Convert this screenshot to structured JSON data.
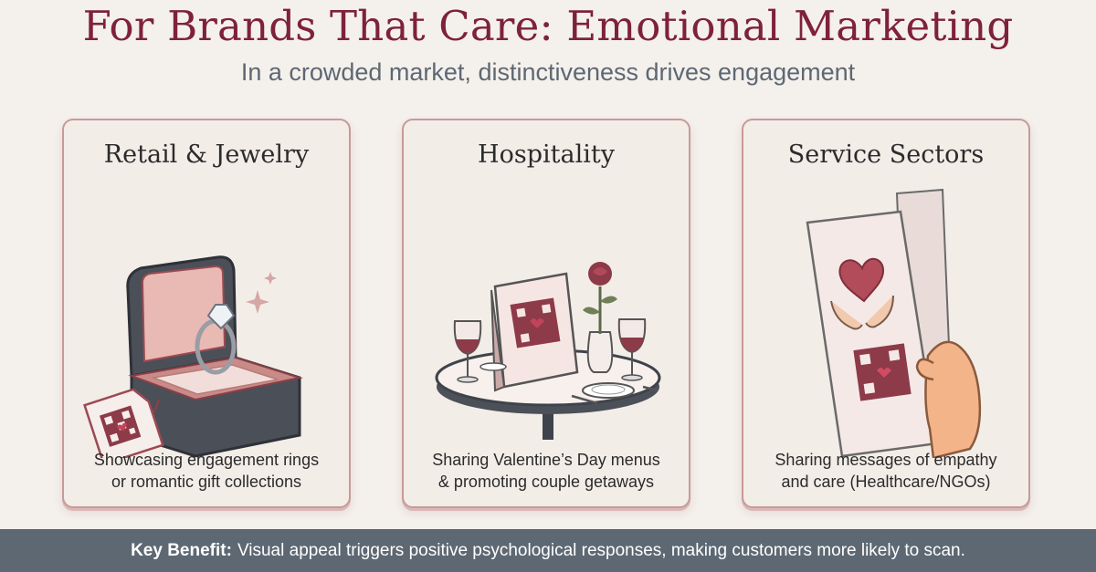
{
  "header": {
    "title": "For Brands That Care: Emotional Marketing",
    "subtitle": "In a crowded market, distinctiveness drives engagement"
  },
  "cards": [
    {
      "title": "Retail & Jewelry",
      "desc_line1": "Showcasing engagement rings",
      "desc_line2": "or romantic gift collections",
      "icon": "ring-box-with-qr-tag-icon"
    },
    {
      "title": "Hospitality",
      "desc_line1": "Sharing Valentine’s Day menus",
      "desc_line2": "& promoting couple getaways",
      "icon": "dinner-table-with-qr-card-icon"
    },
    {
      "title": "Service Sectors",
      "desc_line1": "Sharing messages of empathy",
      "desc_line2": "and care (Healthcare/NGOs)",
      "icon": "hand-holding-care-card-icon"
    }
  ],
  "footer": {
    "label": "Key Benefit:",
    "text": "Visual appeal triggers positive psychological responses, making customers more likely to scan."
  },
  "colors": {
    "title": "#7e2239",
    "subtitle": "#5e6873",
    "accent": "#a3404f",
    "card_border": "#c79a98",
    "footer_bg": "#5d6873",
    "background": "#f4f0ec"
  }
}
